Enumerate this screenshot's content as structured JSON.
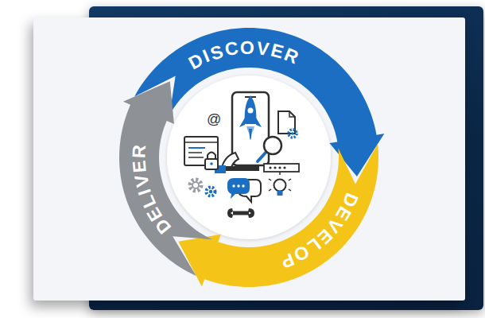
{
  "diagram": {
    "nodes": [
      {
        "text": [
          "DISCOVER"
        ]
      },
      {
        "text": [
          "DEVELOP"
        ]
      },
      {
        "text": [
          "DELIVER"
        ]
      }
    ],
    "labels": [
      "@"
    ]
  }
}
